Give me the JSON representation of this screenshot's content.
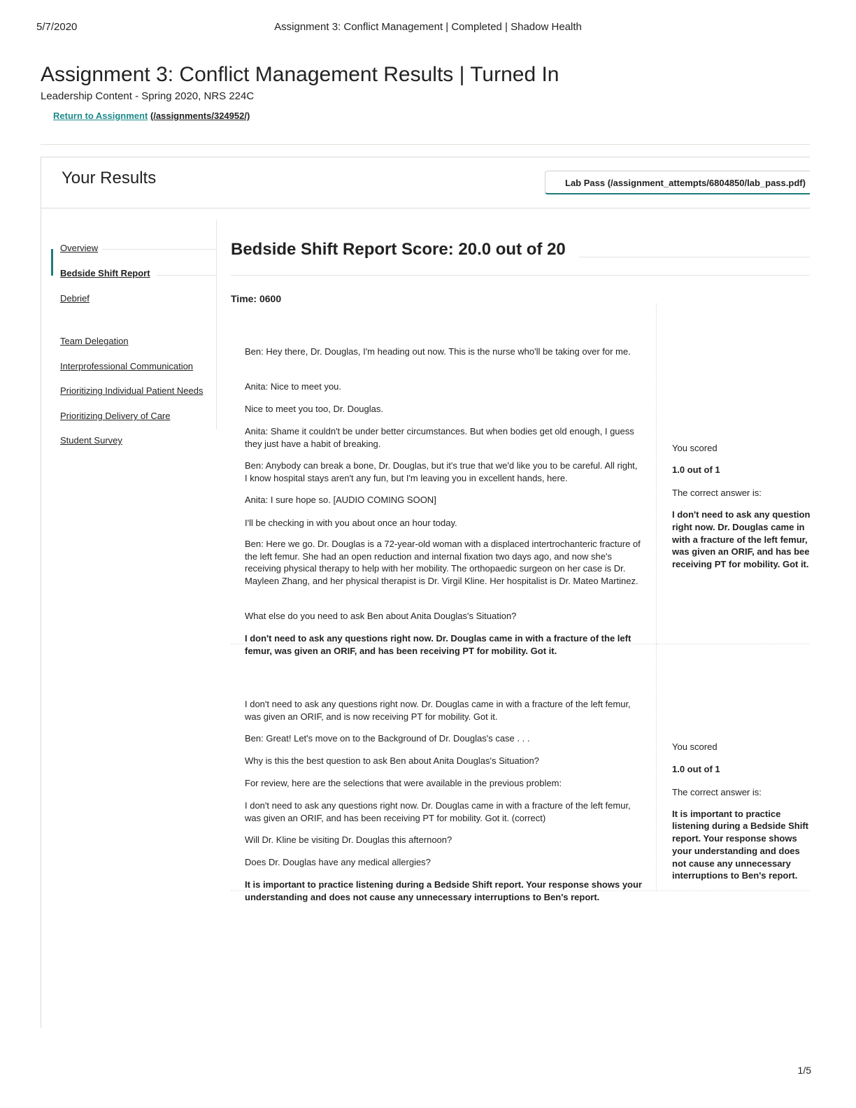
{
  "print_header": {
    "date": "5/7/2020",
    "title": "Assignment 3: Conflict Management | Completed | Shadow Health"
  },
  "page": {
    "title": "Assignment 3: Conflict Management Results | Turned In",
    "course": "Leadership Content - Spring 2020, NRS 224C",
    "return_link_text": "Return to Assignment",
    "return_link_path": "(/assignments/324952/)"
  },
  "results": {
    "heading": "Your Results",
    "lab_pass": "Lab Pass (/assignment_attempts/6804850/lab_pass.pdf)"
  },
  "sidebar": {
    "items": [
      {
        "label": "Overview",
        "active": false
      },
      {
        "label": "Bedside Shift Report",
        "active": true
      },
      {
        "label": "Debrief",
        "active": false
      },
      {
        "label": "Team Delegation",
        "active": false
      },
      {
        "label": "Interprofessional Communication",
        "active": false
      },
      {
        "label": "Prioritizing Individual Patient Needs",
        "active": false
      },
      {
        "label": "Prioritizing Delivery of Care",
        "active": false
      },
      {
        "label": "Student Survey",
        "active": false
      }
    ]
  },
  "main": {
    "score_heading": "Bedside Shift Report Score: 20.0 out of 20",
    "time": "Time: 0600",
    "block1": {
      "lines": [
        "Ben: Hey there, Dr. Douglas, I'm heading out now. This is the nurse who'll be taking over for me.",
        "Anita: Nice to meet you.",
        "Nice to meet you too, Dr. Douglas.",
        "Anita: Shame it couldn't be under better circumstances. But when bodies get old enough, I guess they just have a habit of breaking.",
        "Ben: Anybody can break a bone, Dr. Douglas, but it's true that we'd like you to be careful. All right, I know hospital stays aren't any fun, but I'm leaving you in excellent hands, here.",
        "Anita: I sure hope so. [AUDIO COMING SOON]",
        "I'll be checking in with you about once an hour today.",
        "Ben: Here we go. Dr. Douglas is a 72-year-old woman with a displaced intertrochanteric fracture of the left femur. She had an open reduction and internal fixation two days ago, and now she's receiving physical therapy to help with her mobility. The orthopaedic surgeon on her case is Dr. Mayleen Zhang, and her physical therapist is Dr. Virgil Kline. Her hospitalist is Dr. Mateo Martinez.",
        "What else do you need to ask Ben about Anita Douglas's Situation?"
      ],
      "answer": "I don't need to ask any questions right now. Dr. Douglas came in with a fracture of the left femur, was given an ORIF, and has been receiving PT for mobility. Got it.",
      "you_scored": "You scored",
      "score": "1.0 out of 1",
      "correct_label": "The correct answer is:",
      "correct_lines": [
        "I don't need to ask any questions",
        "right now. Dr. Douglas came in",
        "with a fracture of the left femur,",
        "was given an ORIF, and has been",
        "receiving PT for mobility. Got it."
      ]
    },
    "block2": {
      "lines": [
        "I don't need to ask any questions right now. Dr. Douglas came in with a fracture of the left femur, was given an ORIF, and is now receiving PT for mobility. Got it.",
        "Ben: Great! Let's move on to the Background of Dr. Douglas's case . . .",
        "Why is this the best question to ask Ben about Anita Douglas's Situation?",
        "For review, here are the selections that were available in the previous problem:",
        "I don't need to ask any questions right now. Dr. Douglas came in with a fracture of the left femur, was given an ORIF, and has been receiving PT for mobility. Got it. (correct)",
        "Will Dr. Kline be visiting Dr. Douglas this afternoon?",
        "Does Dr. Douglas have any medical allergies?"
      ],
      "answer": "It is important to practice listening during a Bedside Shift report. Your response shows your understanding and does not cause any unnecessary interruptions to Ben's report.",
      "you_scored": "You scored",
      "score": "1.0 out of 1",
      "correct_label": "The correct answer is:",
      "correct_lines": [
        "It is important to practice",
        "listening during a Bedside Shift",
        "report. Your response shows",
        "your understanding and does",
        "not cause any unnecessary",
        "interruptions to Ben's report."
      ]
    }
  },
  "footer": {
    "page_number": "1/5"
  }
}
